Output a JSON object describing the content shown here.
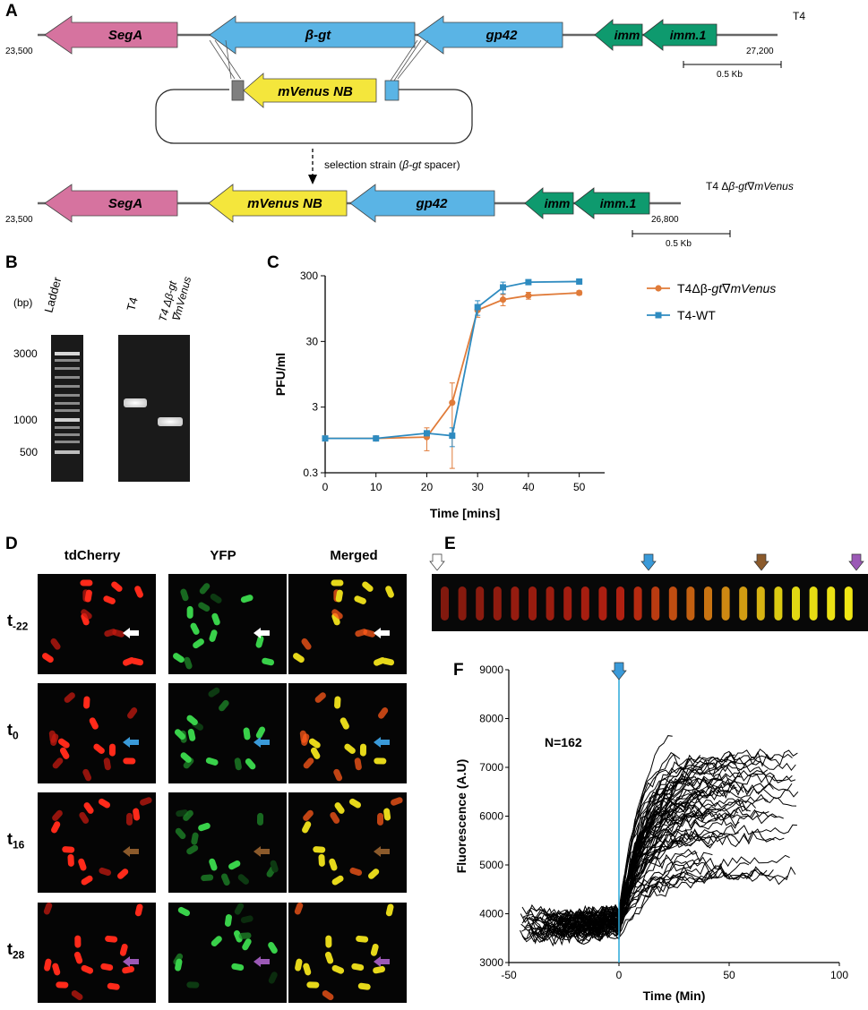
{
  "panels": {
    "A": "A",
    "B": "B",
    "C": "C",
    "D": "D",
    "E": "E",
    "F": "F"
  },
  "panelA": {
    "top_strain": "T4",
    "top_left_coord": "23,500",
    "top_right_coord": "27,200",
    "bottom_strain_prefix": "T4 Δ",
    "bottom_strain_gene": "β-gt",
    "bottom_strain_mid": "∇",
    "bottom_strain_suffix": "mVenus",
    "bottom_left_coord": "23,500",
    "bottom_right_coord": "26,800",
    "scale_label": "0.5 Kb",
    "plasmid_insert": "mVenus NB",
    "selection_prefix": "selection strain (",
    "selection_gene": "β-gt",
    "selection_suffix": " spacer)",
    "genes_top": [
      "SegA",
      "β-gt",
      "gp42",
      "imm",
      "imm.1"
    ],
    "genes_bottom": [
      "SegA",
      "mVenus NB",
      "gp42",
      "imm",
      "imm.1"
    ],
    "colors": {
      "segA": "#d6739f",
      "bgt": "#5ab4e5",
      "gp42": "#5ab4e5",
      "imm": "#0e9a6e",
      "mvenus": "#f4e63c",
      "gray": "#7f7f7f"
    }
  },
  "panelB": {
    "unit": "(bp)",
    "ladder_label": "Ladder",
    "lane_t4": "T4",
    "lane_mut_1": "T4 Δβ-gt",
    "lane_mut_2": "∇mVenus",
    "sizes": [
      "3000",
      "1000",
      "500"
    ]
  },
  "panelC": {
    "chart_data": {
      "type": "line",
      "x": [
        0,
        10,
        20,
        25,
        30,
        35,
        40,
        50
      ],
      "series": [
        {
          "name": "T4Δβ-gt∇mVenus",
          "values": [
            1.0,
            1.0,
            1.05,
            3.5,
            90,
            130,
            150,
            165
          ],
          "err": [
            0,
            0,
            0.4,
            3.5,
            20,
            25,
            18,
            12
          ],
          "color": "#e07b39"
        },
        {
          "name": "T4-WT",
          "values": [
            1.0,
            1.0,
            1.2,
            1.1,
            100,
            200,
            240,
            245
          ],
          "err": [
            0,
            0,
            0.1,
            0.35,
            25,
            40,
            20,
            15
          ],
          "color": "#2e8bc0"
        }
      ],
      "xlabel": "Time [mins]",
      "ylabel": "PFU/ml",
      "xlim": [
        0,
        55
      ],
      "ylim": [
        0.3,
        300
      ],
      "yscale": "log",
      "xticks": [
        "0",
        "10",
        "20",
        "30",
        "40",
        "50"
      ],
      "yticks": [
        "0.3",
        "3",
        "30",
        "300"
      ],
      "legend_position": "right"
    },
    "legend": {
      "s1_prefix": "T4Δβ-",
      "s1_italic1": "gt",
      "s1_mid": "∇",
      "s1_italic2": "mVenus",
      "s2": "T4-WT"
    }
  },
  "panelD": {
    "columns": [
      "tdCherry",
      "YFP",
      "Merged"
    ],
    "rows": [
      {
        "t": "t",
        "sub": "-22",
        "arrow": "#ffffff"
      },
      {
        "t": "t",
        "sub": "0",
        "arrow": "#3a9ad9"
      },
      {
        "t": "t",
        "sub": "16",
        "arrow": "#8b5a2b"
      },
      {
        "t": "t",
        "sub": "28",
        "arrow": "#9b59b6"
      }
    ]
  },
  "panelE": {
    "arrows": [
      "#ffffff",
      "#3a9ad9",
      "#8b5a2b",
      "#9b59b6"
    ],
    "frames": 24
  },
  "panelF": {
    "chart_data": {
      "type": "line",
      "n_label": "N=162",
      "xlabel": "Time (Min)",
      "ylabel": "Fluorescence (A.U)",
      "xlim": [
        -50,
        100
      ],
      "ylim": [
        3000,
        9000
      ],
      "xticks": [
        "-50",
        "0",
        "50",
        "100"
      ],
      "yticks": [
        "3000",
        "4000",
        "5000",
        "6000",
        "7000",
        "8000",
        "9000"
      ],
      "vline_x": 0,
      "vline_color": "#2aa8d8",
      "n_traces": 162
    }
  }
}
